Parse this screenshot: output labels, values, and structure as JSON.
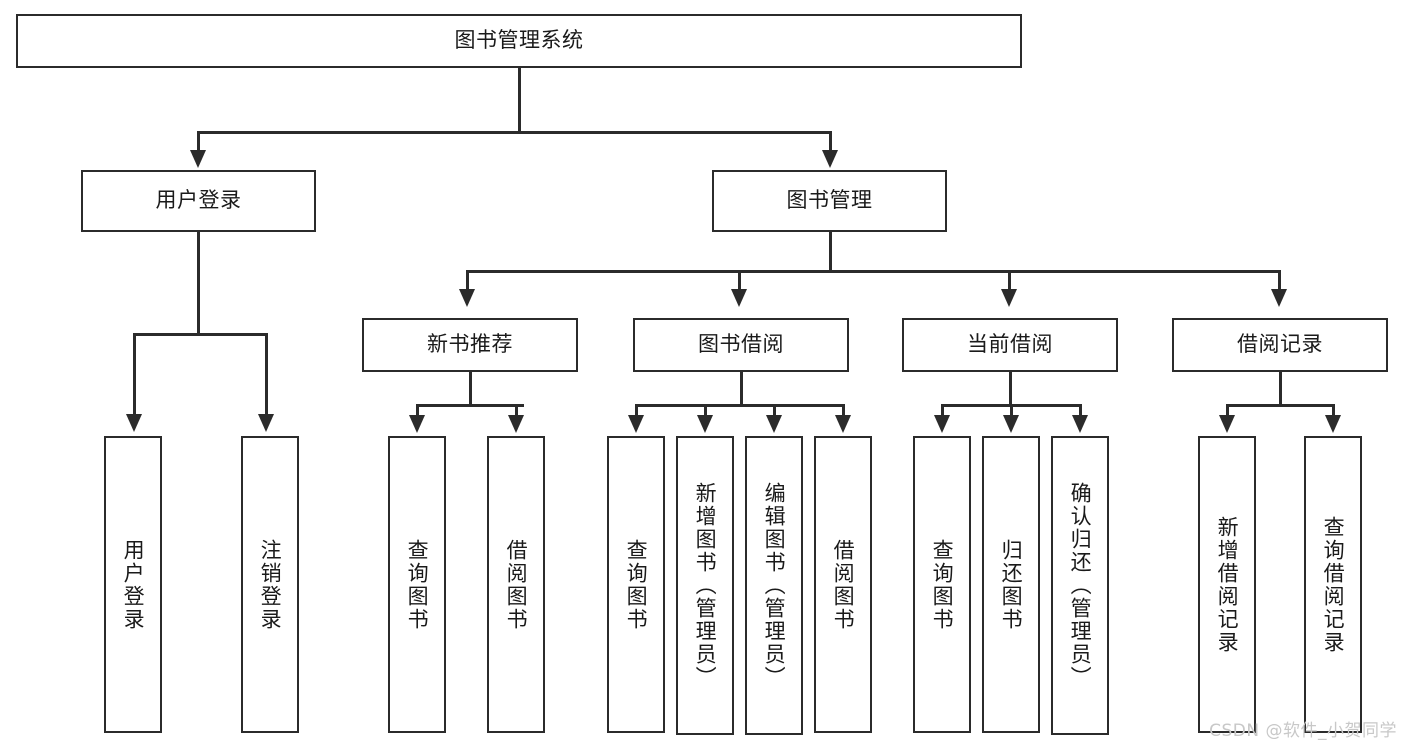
{
  "diagram": {
    "title": "图书管理系统",
    "watermark": "CSDN @软件_小贺同学",
    "root": {
      "label": "图书管理系统"
    },
    "level2": [
      {
        "label": "用户登录"
      },
      {
        "label": "图书管理"
      }
    ],
    "level3": [
      {
        "label": "新书推荐"
      },
      {
        "label": "图书借阅"
      },
      {
        "label": "当前借阅"
      },
      {
        "label": "借阅记录"
      }
    ],
    "leaves": {
      "user_login": [
        {
          "label": "用户登录"
        },
        {
          "label": "注销登录"
        }
      ],
      "new_book_recommend": [
        {
          "label": "查询图书"
        },
        {
          "label": "借阅图书"
        }
      ],
      "book_borrow": [
        {
          "label": "查询图书"
        },
        {
          "label": "新增图书（管理员）"
        },
        {
          "label": "编辑图书（管理员）"
        },
        {
          "label": "借阅图书"
        }
      ],
      "current_borrow": [
        {
          "label": "查询图书"
        },
        {
          "label": "归还图书"
        },
        {
          "label": "确认归还（管理员）"
        }
      ],
      "borrow_record": [
        {
          "label": "新增借阅记录"
        },
        {
          "label": "查询借阅记录"
        }
      ]
    },
    "colors": {
      "stroke": "#2b2b2b",
      "fill": "#ffffff",
      "text": "#1a1a1a",
      "watermark": "#c8c8c8"
    }
  }
}
